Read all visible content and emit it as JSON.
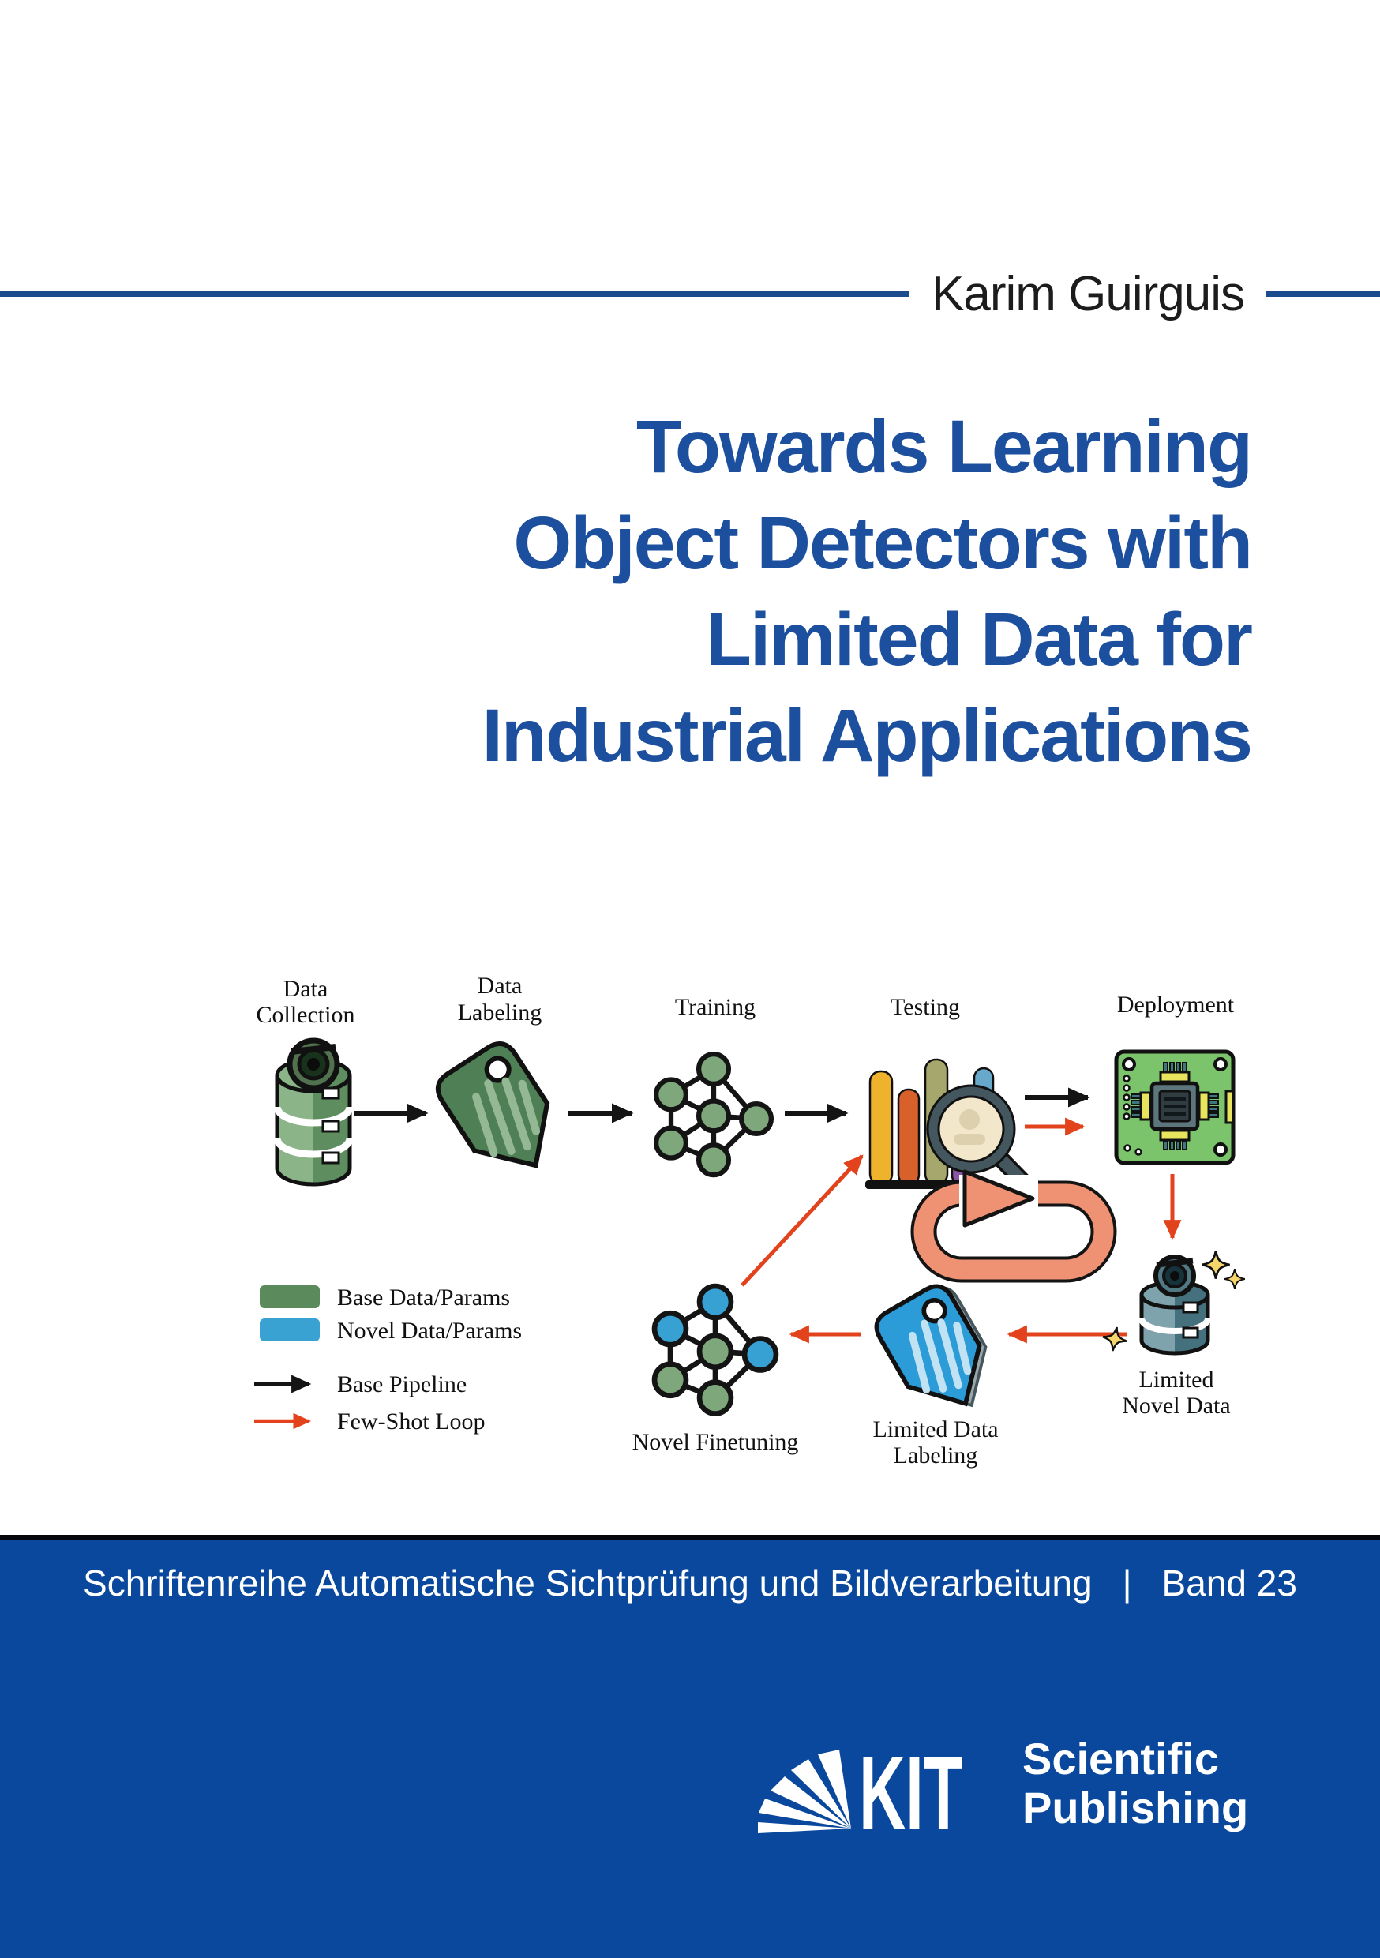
{
  "cover": {
    "author": "Karim Guirguis",
    "title_line1": "Towards Learning",
    "title_line2": "Object Detectors with",
    "title_line3": "Limited Data for",
    "title_line4": "Industrial Applications"
  },
  "diagram": {
    "pipeline": [
      {
        "line1": "Data",
        "line2": "Collection"
      },
      {
        "line1": "Data",
        "line2": "Labeling"
      },
      {
        "line1": "Training",
        "line2": ""
      },
      {
        "line1": "Testing",
        "line2": ""
      },
      {
        "line1": "Deployment",
        "line2": ""
      }
    ],
    "loop_stages": [
      {
        "line1": "Novel Finetuning",
        "line2": ""
      },
      {
        "line1": "Limited Data",
        "line2": "Labeling"
      },
      {
        "line1": "Limited",
        "line2": "Novel Data"
      }
    ],
    "legend": [
      {
        "label": "Base Data/Params"
      },
      {
        "label": "Novel Data/Params"
      },
      {
        "label": "Base Pipeline"
      },
      {
        "label": "Few-Shot Loop"
      }
    ]
  },
  "footer": {
    "series": "Schriftenreihe Automatische Sichtprüfung und Bildverarbeitung",
    "divider": "|",
    "volume": "Band 23"
  },
  "publisher": {
    "abbrev": "KIT",
    "name_line1": "Scientific",
    "name_line2": "Publishing"
  },
  "colors": {
    "title_blue": "#1d4f9f",
    "rule_blue": "#1b4d8e",
    "band_blue": "#09489c",
    "base_green": "#5b8b5c",
    "novel_blue": "#3aa2d2",
    "pipeline_black": "#141414",
    "fewshot_red": "#e2431d",
    "loop_salmon": "#ef9273",
    "sparkle_gold": "#f6d56b"
  }
}
